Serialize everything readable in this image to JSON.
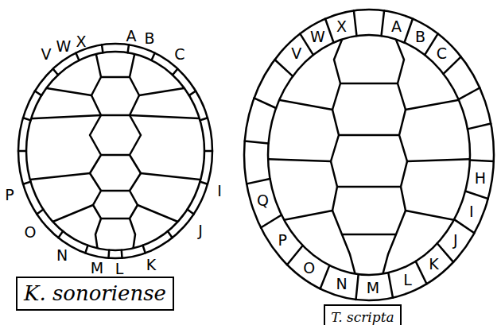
{
  "diagram": {
    "nodes": [
      {
        "text": [
          "K. sonoriense"
        ]
      },
      {
        "text": [
          "T. scripta"
        ]
      }
    ],
    "labels": [
      "V",
      "W",
      "X",
      "A",
      "B",
      "C",
      "P",
      "I",
      "O",
      "J",
      "N",
      "M",
      "L",
      "K",
      "V",
      "W",
      "X",
      "A",
      "B",
      "C",
      "H",
      "I",
      "J",
      "K",
      "L",
      "M",
      "N",
      "O",
      "P",
      "Q"
    ]
  }
}
